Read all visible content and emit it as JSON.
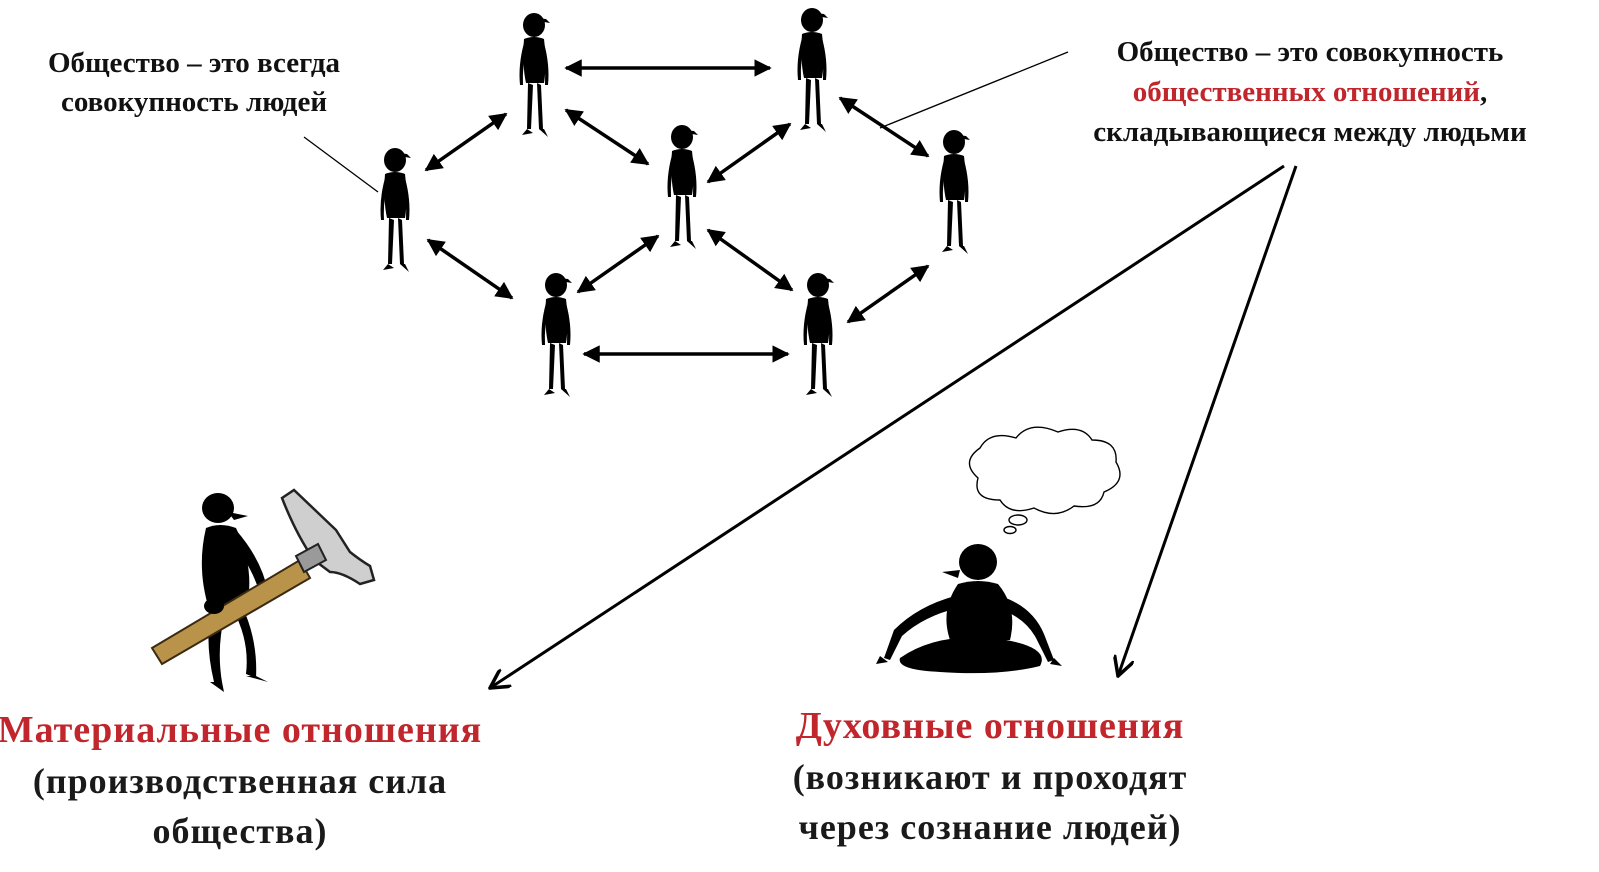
{
  "diagram": {
    "left_note": {
      "line1": "Общество – это всегда",
      "line2": "совокупность людей"
    },
    "right_note": {
      "line1": "Общество – это совокупность",
      "line2_red": "общественных отношений",
      "line2_tail": ",",
      "line3": "складывающиеся между людьми"
    },
    "material": {
      "title": "Материальные отношения",
      "sub1": "(производственная сила",
      "sub2": "общества)"
    },
    "spiritual": {
      "title": "Духовные отношения",
      "sub1": "(возникают и проходят",
      "sub2": "через сознание людей)"
    },
    "colors": {
      "accent_red": "#c0262b",
      "text": "#111111",
      "figure": "#000000",
      "hammer_handle": "#b9934a"
    },
    "icons": [
      "person-figure",
      "double-arrow",
      "hammer-worker-icon",
      "meditating-person-icon",
      "thought-cloud-icon"
    ]
  }
}
